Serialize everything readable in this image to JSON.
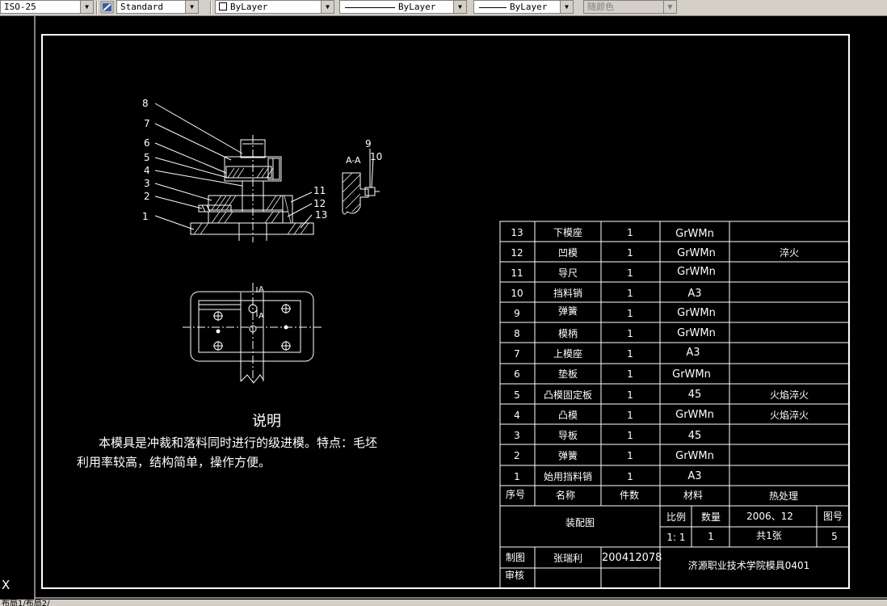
{
  "toolbar": {
    "dimstyle": "ISO-25",
    "textstyle": "Standard",
    "layer": "ByLayer",
    "linetype": "ByLayer",
    "lineweight": "ByLayer",
    "plotstyle": "随颜色"
  },
  "part_labels": [
    "8",
    "7",
    "6",
    "5",
    "4",
    "3",
    "2",
    "1"
  ],
  "right_labels": [
    "11",
    "12",
    "13"
  ],
  "section": {
    "title": "A-A",
    "num9": "9",
    "num10": "10"
  },
  "plan_view": {
    "cut_a_top": "A",
    "cut_a_bottom": "A"
  },
  "notes": {
    "title": "说明",
    "line1": "本模具是冲裁和落料同时进行的级进模。特点：毛坯",
    "line2": "利用率较高，结构简单，操作方便。"
  },
  "bom": {
    "rows": [
      {
        "no": "13",
        "name": "下模座",
        "qty": "1",
        "material": "GrWMn",
        "treat": ""
      },
      {
        "no": "12",
        "name": "凹模",
        "qty": "1",
        "material": "GrWMn",
        "treat": "淬火"
      },
      {
        "no": "11",
        "name": "导尺",
        "qty": "1",
        "material": "GrWMn",
        "treat": ""
      },
      {
        "no": "10",
        "name": "挡料销",
        "qty": "1",
        "material": "A3",
        "treat": ""
      },
      {
        "no": "9",
        "name": "弹簧",
        "qty": "1",
        "material": "GrWMn",
        "treat": ""
      },
      {
        "no": "8",
        "name": "模柄",
        "qty": "1",
        "material": "GrWMn",
        "treat": ""
      },
      {
        "no": "7",
        "name": "上模座",
        "qty": "1",
        "material": "A3",
        "treat": ""
      },
      {
        "no": "6",
        "name": "垫板",
        "qty": "1",
        "material": "GrWMn",
        "treat": ""
      },
      {
        "no": "5",
        "name": "凸模固定板",
        "qty": "1",
        "material": "45",
        "treat": "火焰淬火"
      },
      {
        "no": "4",
        "name": "凸模",
        "qty": "1",
        "material": "GrWMn",
        "treat": "火焰淬火"
      },
      {
        "no": "3",
        "name": "导板",
        "qty": "1",
        "material": "45",
        "treat": ""
      },
      {
        "no": "2",
        "name": "弹簧",
        "qty": "1",
        "material": "GrWMn",
        "treat": ""
      },
      {
        "no": "1",
        "name": "始用挡料销",
        "qty": "1",
        "material": "A3",
        "treat": ""
      }
    ],
    "header": {
      "no": "序号",
      "name": "名称",
      "qty": "件数",
      "material": "材料",
      "treat": "热处理"
    }
  },
  "title_block": {
    "drawing_name": "装配图",
    "scale_label": "比例",
    "qty_label": "数量",
    "date": "2006、12",
    "fig_label": "图号",
    "scale": "1: 1",
    "qty": "1",
    "sheets": "共1张",
    "fig_no": "5",
    "drawn_label": "制图",
    "drawn_by": "张瑞利",
    "student_id": "200412078",
    "checked_label": "审核",
    "school": "济源职业技术学院模具0401"
  },
  "ucs_label": "X",
  "status_text": "布局1/布局2/"
}
